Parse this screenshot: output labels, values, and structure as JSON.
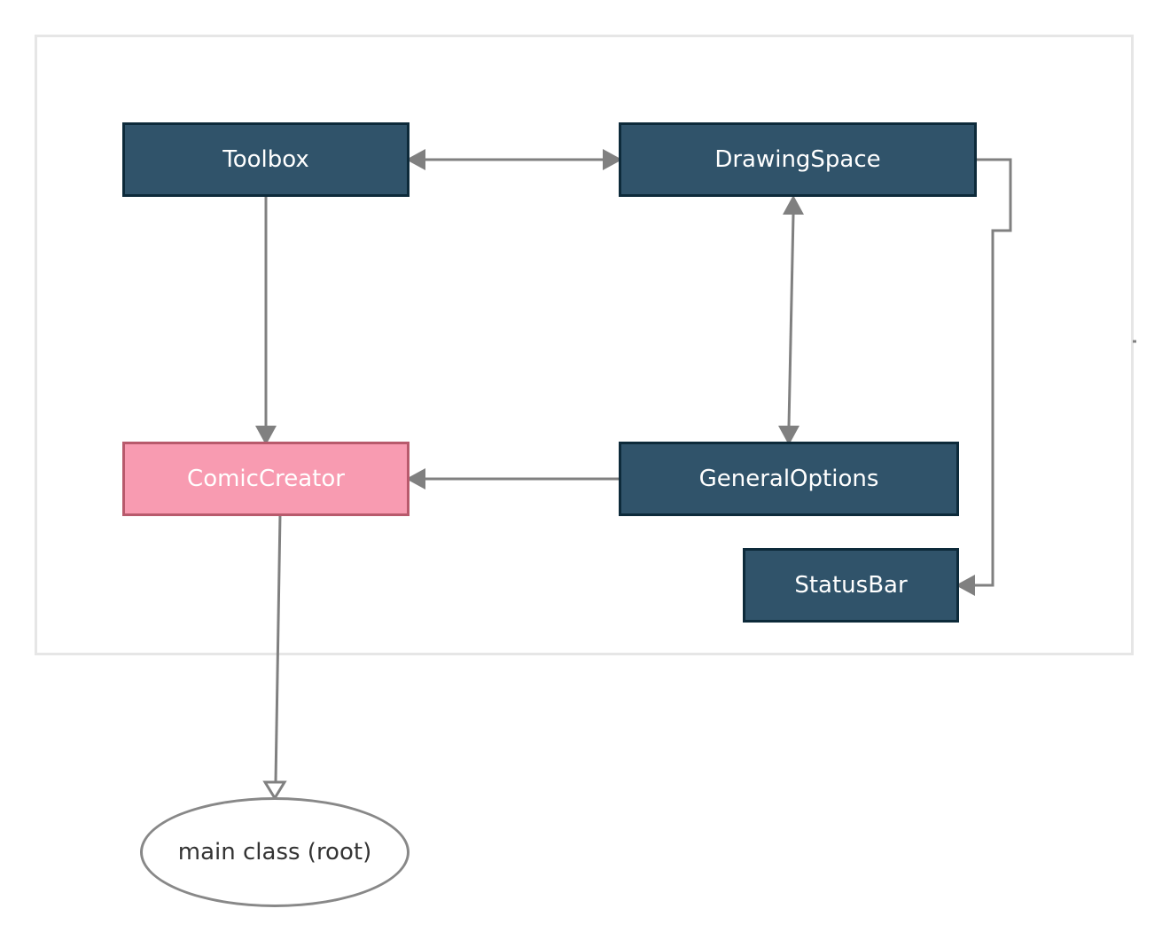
{
  "nodes": {
    "toolbox": "Toolbox",
    "drawing_space": "DrawingSpace",
    "comic_creator": "ComicCreator",
    "general_options": "GeneralOptions",
    "status_bar": "StatusBar",
    "main_class": "main class (root)"
  },
  "colors": {
    "node_fill": "#30536a",
    "node_border": "#0d2a3a",
    "highlight_fill": "#f89bb1",
    "highlight_border": "#b85a6c",
    "edge": "#808080",
    "frame": "#e6e6e6"
  }
}
